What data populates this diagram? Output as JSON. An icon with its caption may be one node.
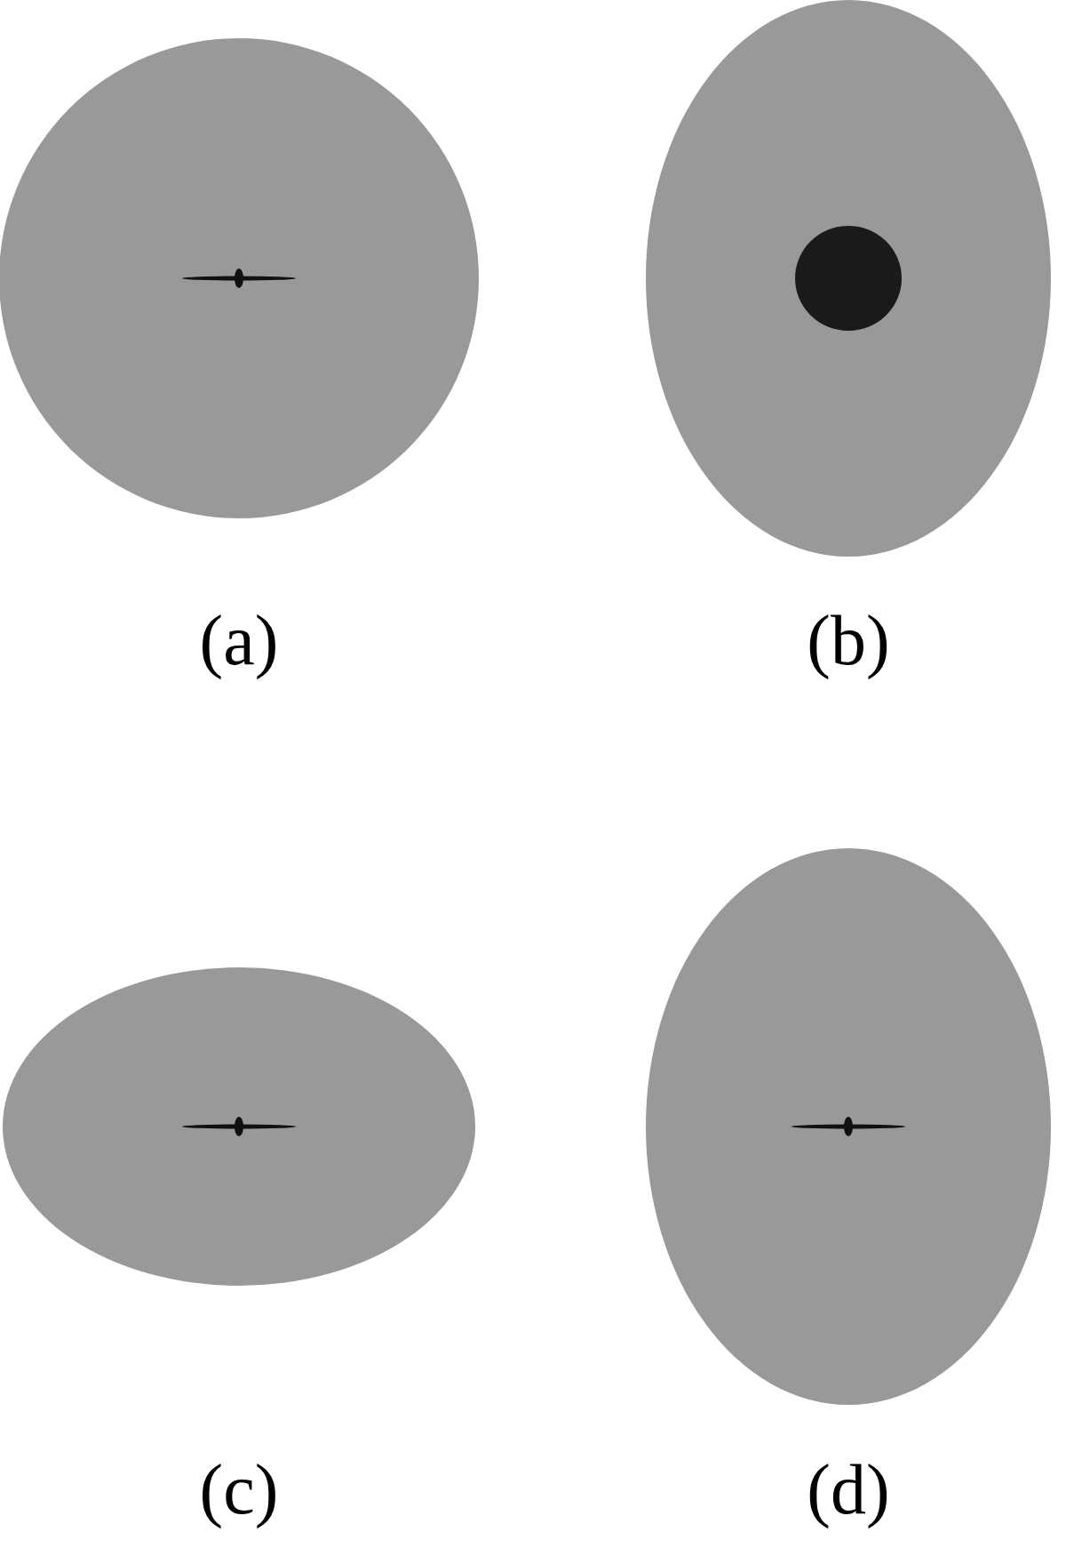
{
  "diagram": {
    "nodes": [
      {
        "text": [],
        "shape": "circle",
        "beside": [
          "(a)"
        ]
      },
      {
        "text": [],
        "shape": "bar",
        "in": 0
      },
      {
        "text": [],
        "shape": "ellipse",
        "beside": [
          "(b)"
        ]
      },
      {
        "text": [],
        "shape": "circle",
        "in": 2
      },
      {
        "text": [],
        "shape": "ellipse",
        "beside": [
          "(c)"
        ]
      },
      {
        "text": [],
        "shape": "bar",
        "in": 4
      },
      {
        "text": [],
        "shape": "ellipse",
        "beside": [
          "(d)"
        ]
      },
      {
        "text": [],
        "shape": "bar",
        "in": 6
      }
    ]
  }
}
